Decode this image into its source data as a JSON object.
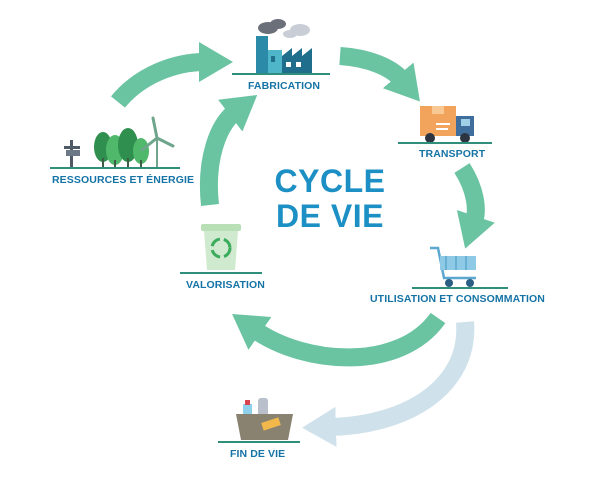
{
  "title": {
    "line1": "CYCLE",
    "line2": "DE VIE"
  },
  "stages": {
    "fabrication": "FABRICATION",
    "transport": "TRANSPORT",
    "utilisation": "UTILISATION ET CONSOMMATION",
    "fin_de_vie": "FIN DE VIE",
    "valorisation": "VALORISATION",
    "ressources": "RESSOURCES ET ÉNERGIE"
  },
  "icons": {
    "fabrication": "factory-icon",
    "transport": "delivery-truck-icon",
    "utilisation": "shopping-cart-icon",
    "fin_de_vie": "waste-bin-icon",
    "valorisation": "recycling-bin-icon",
    "ressources": "trees-wind-turbine-icon"
  },
  "colors": {
    "title": "#1c8fc4",
    "label": "#1573a6",
    "cycle_arrow": "#6ac4a2",
    "end_arrow": "#cfe1ea",
    "ground_line": "#2f8f7a"
  }
}
